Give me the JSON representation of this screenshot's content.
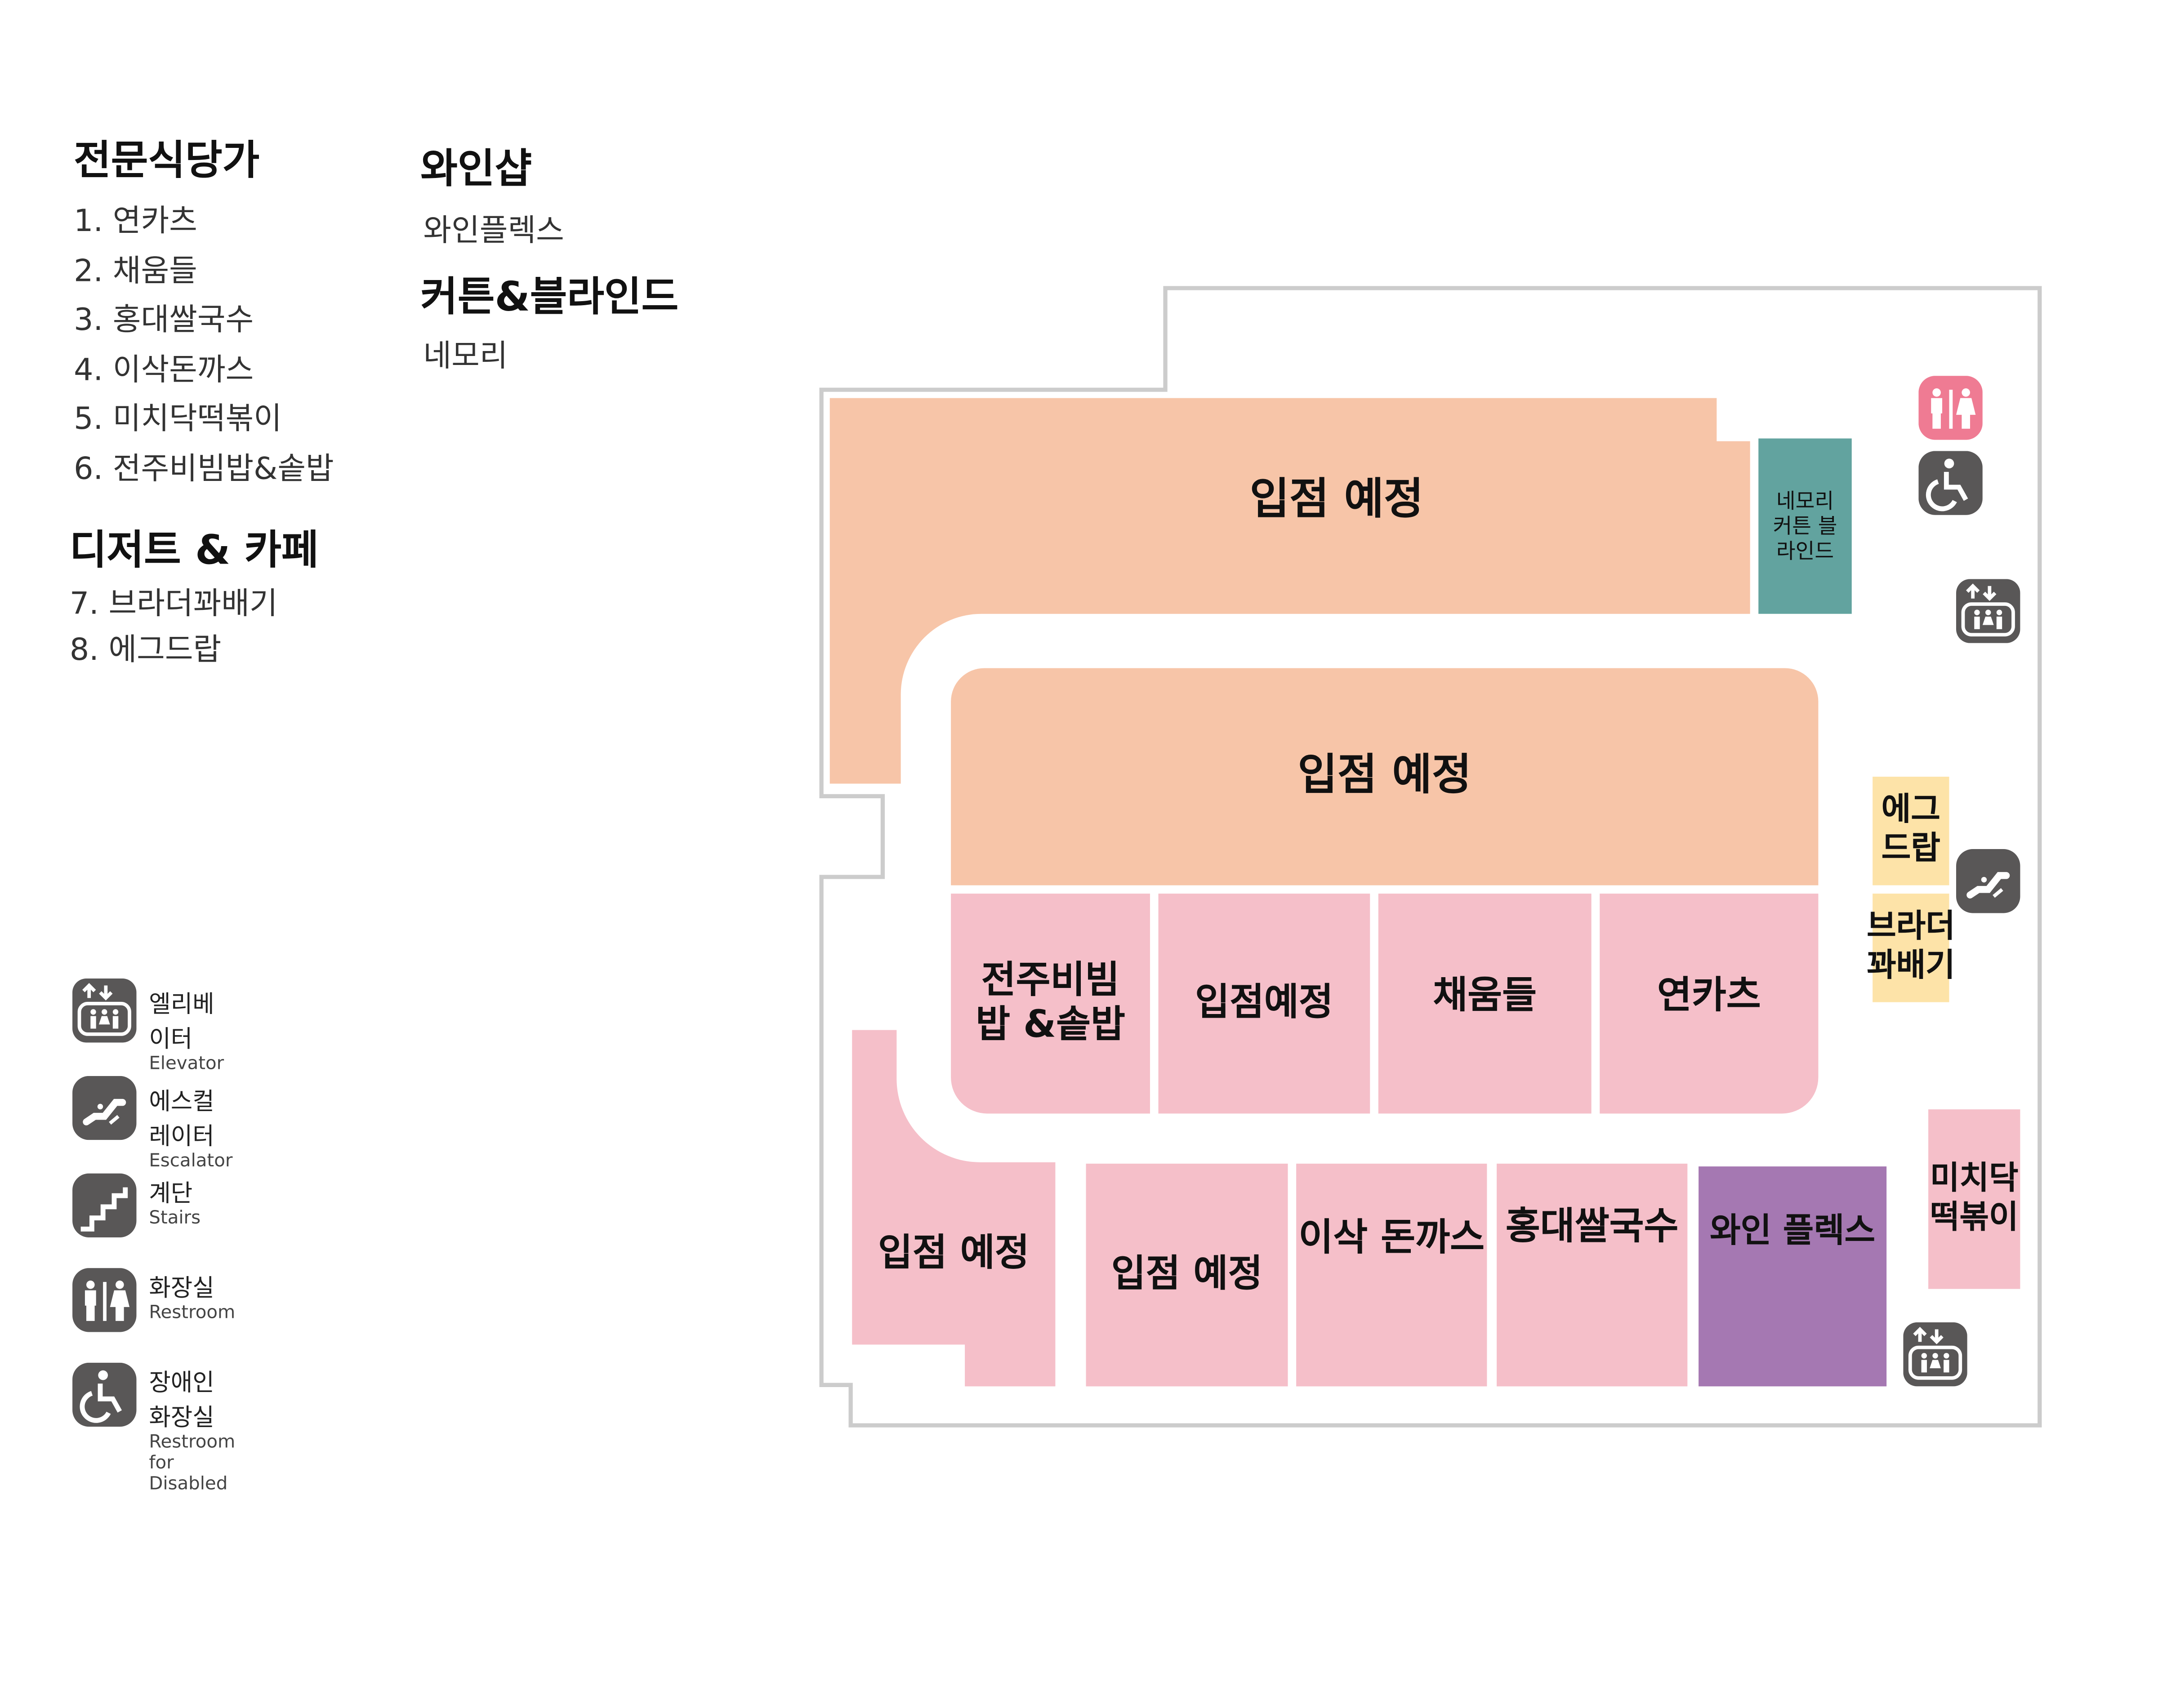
{
  "directory": {
    "restaurants": {
      "title": "전문식당가",
      "items": [
        "1. 연카츠",
        "2. 채움들",
        "3. 홍대쌀국수",
        "4. 이삭돈까스",
        "5. 미치닥떡볶이",
        "6. 전주비빔밥&솥밥"
      ]
    },
    "dessert": {
      "title": "디저트 & 카페",
      "items": [
        "7. 브라더꽈배기",
        "8. 에그드랍"
      ]
    },
    "wine": {
      "title": "와인샵",
      "items": [
        "와인플렉스"
      ]
    },
    "curtain": {
      "title": "커튼&블라인드",
      "items": [
        "네모리"
      ]
    }
  },
  "legend": [
    {
      "icon": "elevator-icon",
      "ko": "엘리베이터",
      "en": "Elevator"
    },
    {
      "icon": "escalator-icon",
      "ko": "에스컬레이터",
      "en": "Escalator"
    },
    {
      "icon": "stairs-icon",
      "ko": "계단",
      "en": "Stairs"
    },
    {
      "icon": "restroom-icon",
      "ko": "화장실",
      "en": "Restroom"
    },
    {
      "icon": "accessible-restroom-icon",
      "ko": "장애인화장실",
      "en": "Restroom for Disabled"
    }
  ],
  "map": {
    "top_upcoming": "입점 예정",
    "nemori": "네모리 커튼 블라인드",
    "center_upcoming": "입점 예정",
    "row1": [
      "전주비빔밥 &솥밥",
      "입점예정",
      "채움들",
      "연카츠"
    ],
    "row2": [
      "입점 예정",
      "입점 예정",
      "이삭 돈까스",
      "홍대쌀국수",
      "와인 플렉스"
    ],
    "eggdrop": "에그 드랍",
    "brother": "브라더 꽈배기",
    "michidak": "미치닥 떡볶이"
  },
  "colors": {
    "peach": "#f7c5a8",
    "pink": "#f5bfc9",
    "teal": "#62a39f",
    "purple": "#a578b2",
    "yellow": "#fde3a8",
    "icon": "#595757",
    "restroom": "#ef7b93"
  }
}
